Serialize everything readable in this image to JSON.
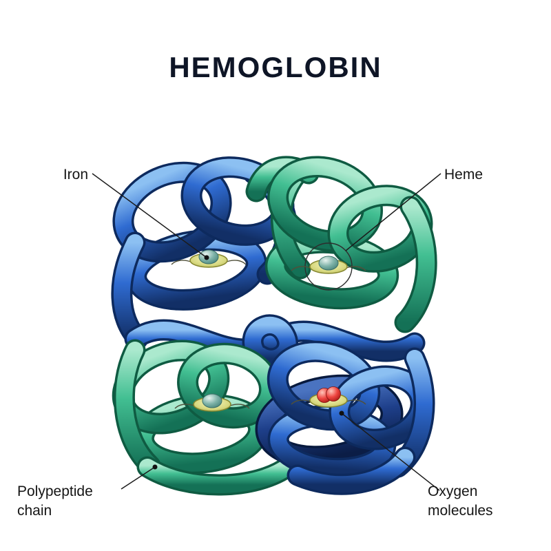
{
  "title": "HEMOGLOBIN",
  "labels": {
    "iron": "Iron",
    "heme": "Heme",
    "polypeptide": "Polypeptide\nchain",
    "oxygen": "Oxygen\nmolecules"
  },
  "colors": {
    "chain_blue": "#2f6bd1",
    "chain_dark_blue": "#1e3f8a",
    "chain_green": "#42bf92",
    "heme_disc": "#d8d980",
    "iron_sphere": "#7fb3a9",
    "oxygen_red": "#ee4540",
    "title_text": "#0e1526",
    "label_text": "#151515"
  }
}
